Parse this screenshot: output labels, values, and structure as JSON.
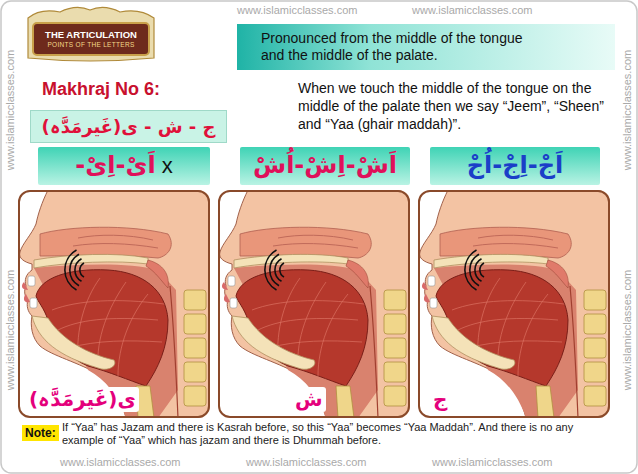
{
  "diagram": {
    "nodes": [
      {
        "text": [
          "THE ARTICULATION",
          "POINTS OF THE LETTERS"
        ]
      },
      {
        "text": [
          "Pronounced from the middle of the tongue and the middle of the palate."
        ]
      },
      {
        "text": [
          "ج - ش - ی(غَیرمَدَّہ)"
        ]
      },
      {
        "text": [
          "اَیْ-اِیْ-",
          "x"
        ]
      },
      {
        "text": [
          "اَشْ-اِشْ-اُشْ"
        ]
      },
      {
        "text": [
          "اَجْ-اِجْ-اُجْ"
        ]
      },
      {
        "text": [
          "ی(غَیرمَدَّہ)"
        ]
      },
      {
        "text": [
          "ش"
        ]
      },
      {
        "text": [
          "ج"
        ]
      }
    ],
    "labels": [
      "www.islamicclasses.com",
      "www.islamicclasses.com",
      "Makhraj No 6:",
      "When we touch the middle of the tongue on the middle of the palate then we say “Jeem”, “Sheen” and “Yaa (ghair maddah)”.",
      "Note:",
      "If “Yaa” has Jazam and there is Kasrah before, so this “Yaa” becomes “Yaa Maddah”. And there is no any example of “Yaa” which has jazam and there is Dhummah before.",
      "www.islamicclasses.com",
      "www.islamicclasses.com",
      "www.islamicclasses.com",
      "www.islamicclasses.com",
      "www.islamicclasses.com",
      "www.islamicclasses.com",
      "www.islamicclasses.com"
    ]
  }
}
